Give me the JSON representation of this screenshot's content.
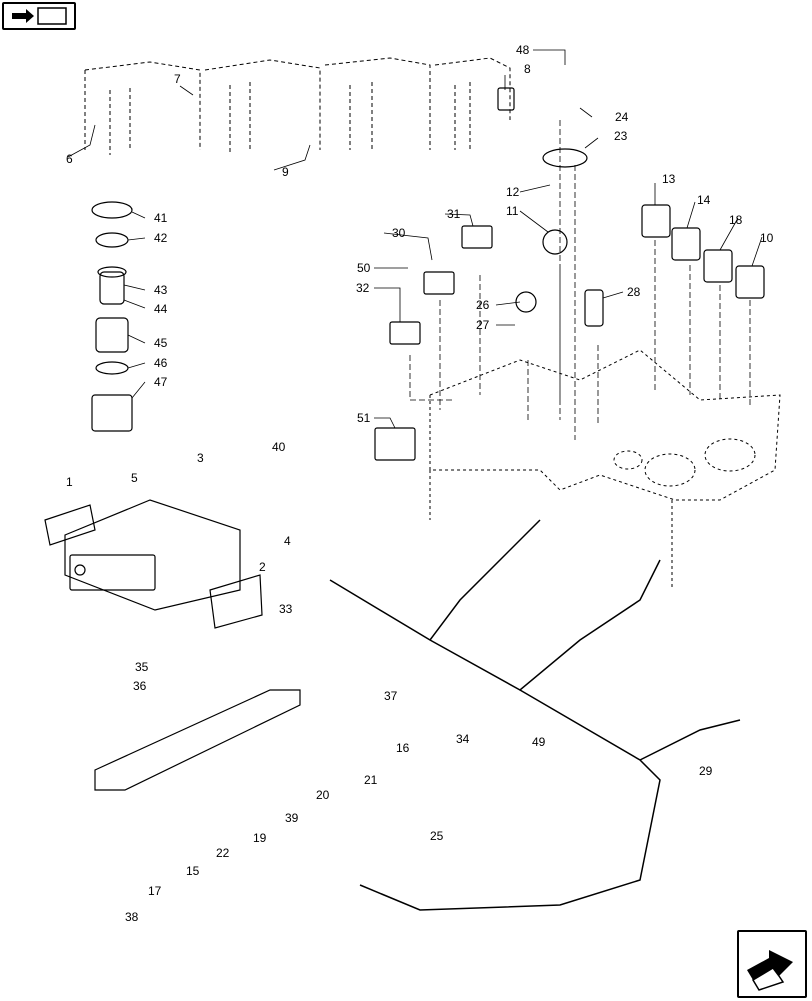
{
  "navigation": {
    "prev_icon": "back-arrow-icon",
    "next_icon": "forward-arrow-icon"
  },
  "callouts": {
    "c1": "1",
    "c2": "2",
    "c3": "3",
    "c4": "4",
    "c5": "5",
    "c6": "6",
    "c7": "7",
    "c8": "8",
    "c9": "9",
    "c10": "10",
    "c11": "11",
    "c12": "12",
    "c13": "13",
    "c14": "14",
    "c15": "15",
    "c16": "16",
    "c17": "17",
    "c18": "18",
    "c19": "19",
    "c20": "20",
    "c21": "21",
    "c22": "22",
    "c23": "23",
    "c24": "24",
    "c25": "25",
    "c26": "26",
    "c27": "27",
    "c28": "28",
    "c29": "29",
    "c30": "30",
    "c31": "31",
    "c32": "32",
    "c33": "33",
    "c34": "34",
    "c35": "35",
    "c36": "36",
    "c37": "37",
    "c38": "38",
    "c39": "39",
    "c40": "40",
    "c41": "41",
    "c42": "42",
    "c43": "43",
    "c44": "44",
    "c45": "45",
    "c46": "46",
    "c47": "47",
    "c48": "48",
    "c49": "49",
    "c50": "50",
    "c51": "51"
  }
}
